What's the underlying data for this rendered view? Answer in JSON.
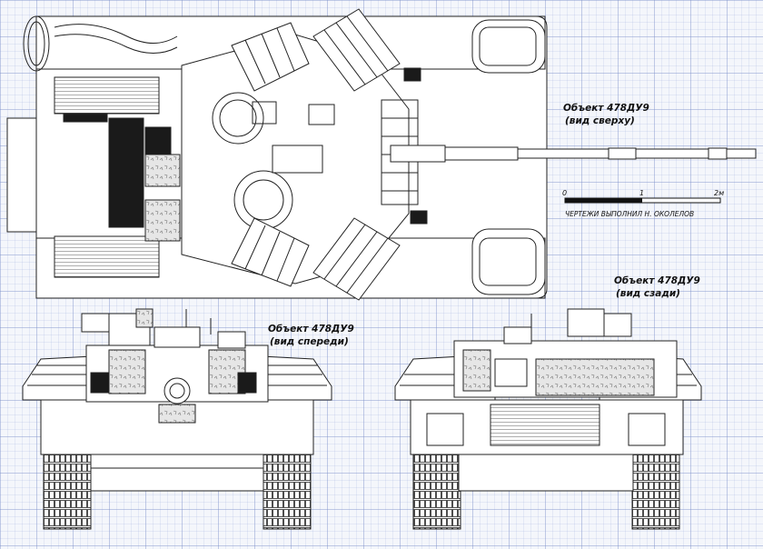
{
  "views": {
    "top": {
      "title": "Объект 478ДУ9",
      "subtitle": "(вид сверху)"
    },
    "front": {
      "title": "Объект 478ДУ9",
      "subtitle": "(вид спереди)"
    },
    "rear": {
      "title": "Объект 478ДУ9",
      "subtitle": "(вид сзади)"
    }
  },
  "scale": {
    "ticks": [
      "0",
      "1",
      "2м"
    ]
  },
  "credit": "ЧЕРТЕЖИ ВЫПОЛНИЛ Н. ОКОЛЕЛОВ"
}
